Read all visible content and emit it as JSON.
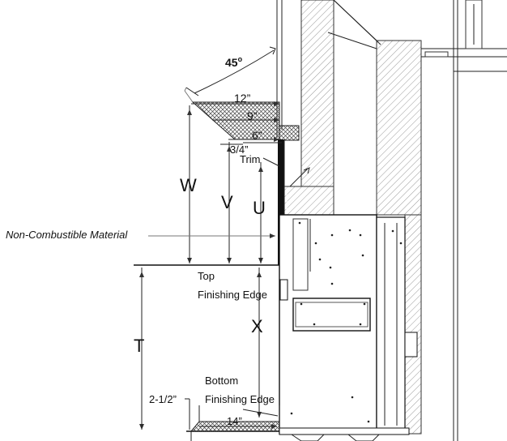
{
  "labels": {
    "angle": "45",
    "angle_unit": "o",
    "dim_12": "12”",
    "dim_9": "9”",
    "dim_6": "6”",
    "dim_3_4": "3/4”",
    "trim": "Trim",
    "w": "W",
    "v": "V",
    "u": "U",
    "non_combustible": "Non-Combustible Material",
    "top_edge_line1": "Top",
    "top_edge_line2": "Finishing Edge",
    "x": "X",
    "t": "T",
    "bottom_edge_line1": "Bottom",
    "bottom_edge_line2": "Finishing Edge",
    "dim_2_1_2": "2-1/2”",
    "dim_14": "14”"
  },
  "colors": {
    "line": "#222222",
    "hatch": "#888888",
    "fill_dark": "#111111"
  }
}
